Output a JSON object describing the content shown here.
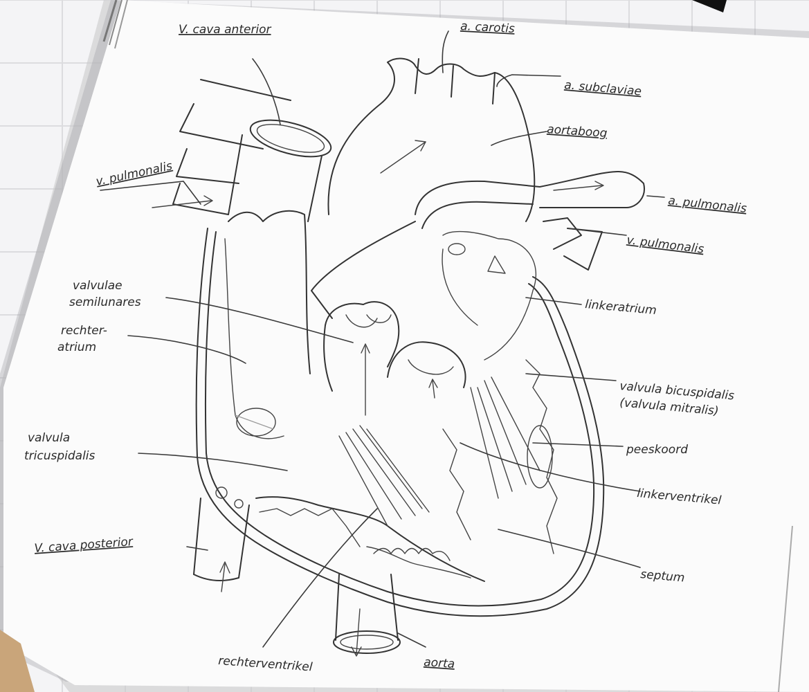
{
  "labels": {
    "v_cava_anterior": "V. cava anterior",
    "a_carotis": "a. carotis",
    "a_subclaviae": "a. subclaviae",
    "aortaboog": "aortaboog",
    "v_pulmonalis_left": "v. pulmonalis",
    "a_pulmonalis": "a. pulmonalis",
    "v_pulmonalis_right": "v. pulmonalis",
    "linkeratrium": "linkeratrium",
    "valvulae_semilunares_1": "valvulae",
    "valvulae_semilunares_2": "semilunares",
    "rechteratrium_1": "rechter-",
    "rechteratrium_2": "atrium",
    "valvula_bicuspidalis_1": "valvula bicuspidalis",
    "valvula_bicuspidalis_2": "(valvula mitralis)",
    "valvula_tricuspidalis_1": "valvula",
    "valvula_tricuspidalis_2": "tricuspidalis",
    "peeskoord": "peeskoord",
    "linkerventrikel": "linkerventrikel",
    "v_cava_posterior": "V. cava posterior",
    "septum": "septum",
    "rechterventrikel": "rechterventrikel",
    "aorta": "aorta"
  },
  "colors": {
    "ink": "#333333",
    "paper": "#fbfbfb",
    "grid_background": "#f4f4f6"
  }
}
